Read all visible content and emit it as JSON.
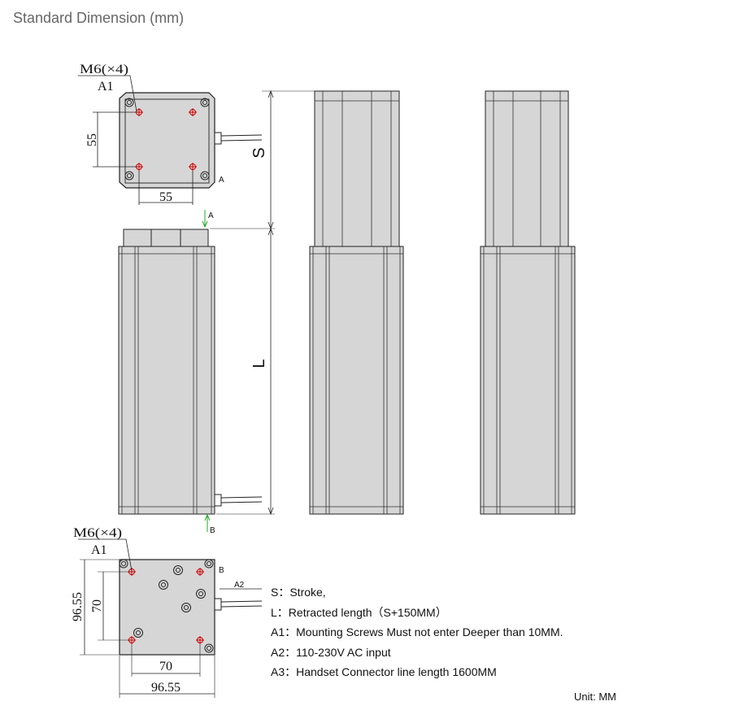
{
  "title": "Standard Dimension (mm)",
  "top_view": {
    "callout_line1": "M6(×4)",
    "callout_line2": "A1",
    "dim_vertical": "55",
    "dim_horizontal": "55",
    "corner_label": "A"
  },
  "side_view": {
    "stroke_label": "S",
    "length_label": "L",
    "section_a_label": "A",
    "section_b_label": "B"
  },
  "bottom_view": {
    "callout_line1": "M6(×4)",
    "callout_line2": "A1",
    "corner_label": "B",
    "cable_label": "A2",
    "dim_inner_vertical": "70",
    "dim_outer_vertical": "96.55",
    "dim_inner_horizontal": "70",
    "dim_outer_horizontal": "96.55"
  },
  "legend": [
    {
      "key": "S",
      "sep": "：",
      "text": "Stroke,"
    },
    {
      "key": "L",
      "sep": "：",
      "text": "Retracted length（S+150MM）"
    },
    {
      "key": "A1",
      "sep": "：",
      "text": "Mounting Screws Must not enter Deeper than 10MM."
    },
    {
      "key": "A2",
      "sep": "：",
      "text": "110-230V AC input"
    },
    {
      "key": "A3",
      "sep": "：",
      "text": "Handset Connector line length 1600MM"
    }
  ],
  "unit_note": "Unit: MM",
  "colors": {
    "body_fill": "#d6d6d6",
    "outline": "#222222",
    "screw_mark": "#cc0000",
    "section_arrow": "#22aa22"
  }
}
